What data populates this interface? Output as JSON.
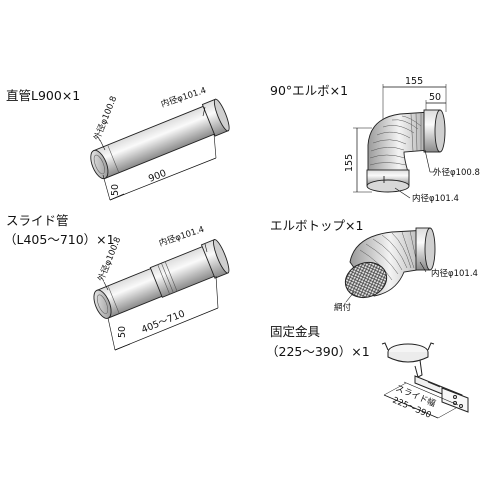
{
  "parts": {
    "straight_pipe": {
      "title": "直管L900×1",
      "outer_diameter": "外径φ100.8",
      "inner_diameter": "内径φ101.4",
      "length": "900",
      "end_length": "50"
    },
    "slide_pipe": {
      "title_line1": "スライド管",
      "title_line2": "（L405～710）×1",
      "outer_diameter": "外径φ100.8",
      "inner_diameter": "内径φ101.4",
      "length": "405～710",
      "end_length": "50"
    },
    "elbow_90": {
      "title": "90°エルボ×1",
      "width": "155",
      "end_width": "50",
      "height": "155",
      "outer_diameter": "外径φ100.8",
      "inner_diameter": "内径φ101.4"
    },
    "elbow_top": {
      "title": "エルボトップ×1",
      "inner_diameter": "内径φ101.4",
      "mesh_label": "網付"
    },
    "fixing_bracket": {
      "title_line1": "固定金具",
      "title_line2": "（225～390）×1",
      "slide_width_label": "スライド幅",
      "slide_range": "225～390"
    }
  }
}
